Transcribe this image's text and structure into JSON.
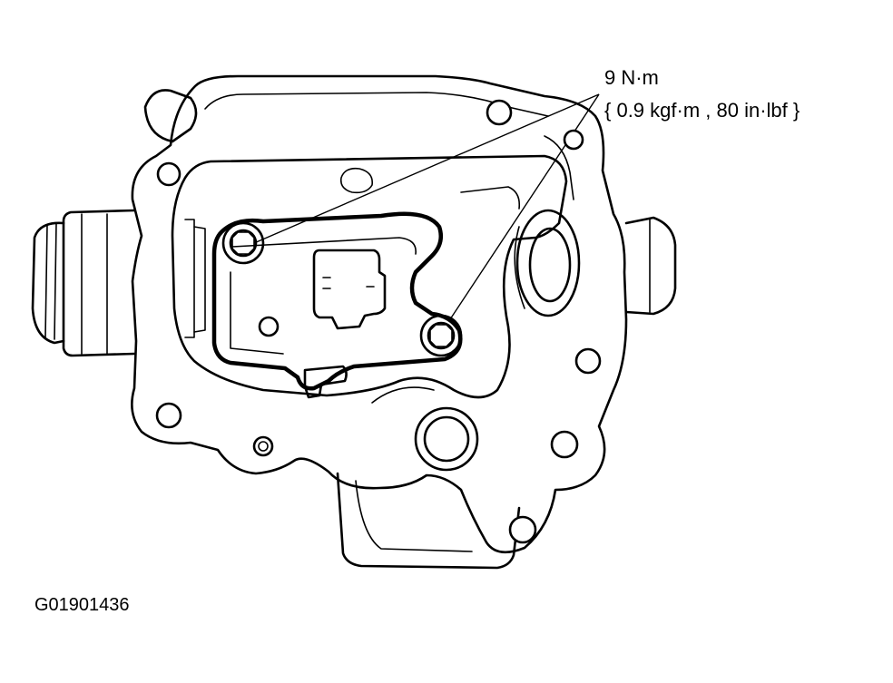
{
  "torque_callout": {
    "value_line": "9 N·m",
    "conversion_line": "{ 0.9 kgf·m , 80 in·lbf }"
  },
  "figure_id": "G01901436"
}
